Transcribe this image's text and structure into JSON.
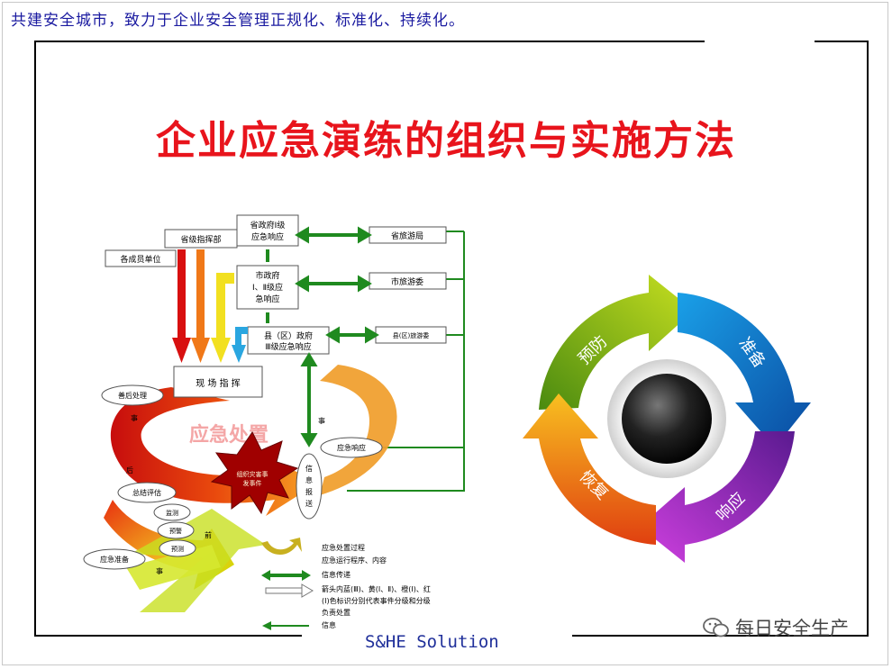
{
  "slogan": "共建安全城市，致力于企业安全管理正规化、标准化、持续化。",
  "title": "企业应急演练的组织与实施方法",
  "footer": "S&HE Solution",
  "watermark": "每日安全生产",
  "flowchart": {
    "boxes": {
      "prov_hq": "省级指挥部",
      "members": "各成员单位",
      "prov_gov_1": "省政府Ⅰ级",
      "prov_gov_2": "应急响应",
      "city_gov_1": "市政府",
      "city_gov_2": "Ⅰ、Ⅱ级应",
      "city_gov_3": "急响应",
      "county_gov_1": "县（区）政府",
      "county_gov_2": "Ⅲ级应急响应",
      "prov_tourism": "省旅游局",
      "city_tourism": "市旅游委",
      "county_tourism": "县(区)旅游委",
      "site_command": "现 场 指 挥",
      "aftermath": "善后处理",
      "response": "应急响应",
      "evaluation": "总结评估",
      "monitor": "监测",
      "warning": "预警",
      "forecast": "预测",
      "prepare": "应急准备",
      "info_report": [
        "信",
        "息",
        "报",
        "送"
      ],
      "center": [
        "组织灾害事",
        "发事件"
      ],
      "emergency_handling": "应急处置",
      "stage_shi": "事",
      "stage_hou": "后",
      "stage_qian": "前"
    },
    "legend": [
      "应急处置过程",
      "应急运行程序、内容",
      "信息传递",
      "箭头内蓝(Ⅲ)、黄(Ⅰ、Ⅱ)、橙(Ⅰ)、红",
      "(Ⅰ)色标识分别代表事件分级和分级",
      "负责处置",
      "信息"
    ]
  },
  "cycle": {
    "segments": [
      "预防",
      "准备",
      "响应",
      "恢复"
    ],
    "colors": {
      "prevent": "#8ec21f",
      "prepare": "#1f8fd8",
      "respond": "#8e2bbd",
      "recover": "#f08a12"
    }
  }
}
